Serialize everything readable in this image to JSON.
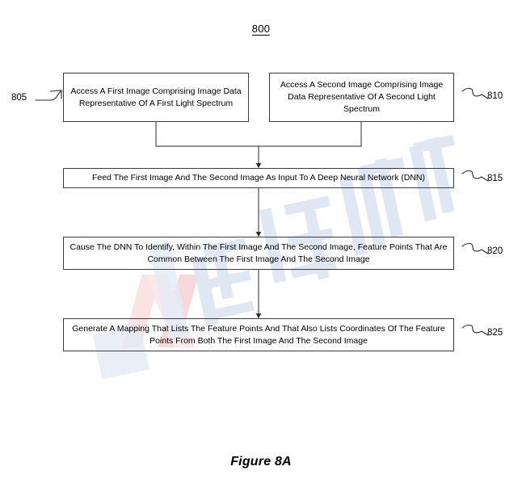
{
  "figure": {
    "number": "800",
    "caption": "Figure 8A"
  },
  "nodes": [
    {
      "ref": "805",
      "text": "Access A First Image Comprising Image Data Representative Of A First Light Spectrum"
    },
    {
      "ref": "810",
      "text": "Access A Second Image Comprising Image Data Representative Of A Second Light Spectrum"
    },
    {
      "ref": "815",
      "text": "Feed The First Image And The Second Image As Input To A Deep Neural Network (DNN)"
    },
    {
      "ref": "820",
      "text": "Cause The DNN To Identify, Within The First Image And The Second Image, Feature Points That Are Common Between The First Image And The Second Image"
    },
    {
      "ref": "825",
      "text": "Generate A Mapping That Lists The Feature Points And That Also Lists Coordinates Of The Feature Points From Both The First Image And The Second Image"
    }
  ],
  "colors": {
    "stroke": "#3c3c3c",
    "text": "#000000",
    "background": "#ffffff",
    "watermark_blue": "#dce5f3",
    "watermark_red": "#f7dcdc"
  }
}
